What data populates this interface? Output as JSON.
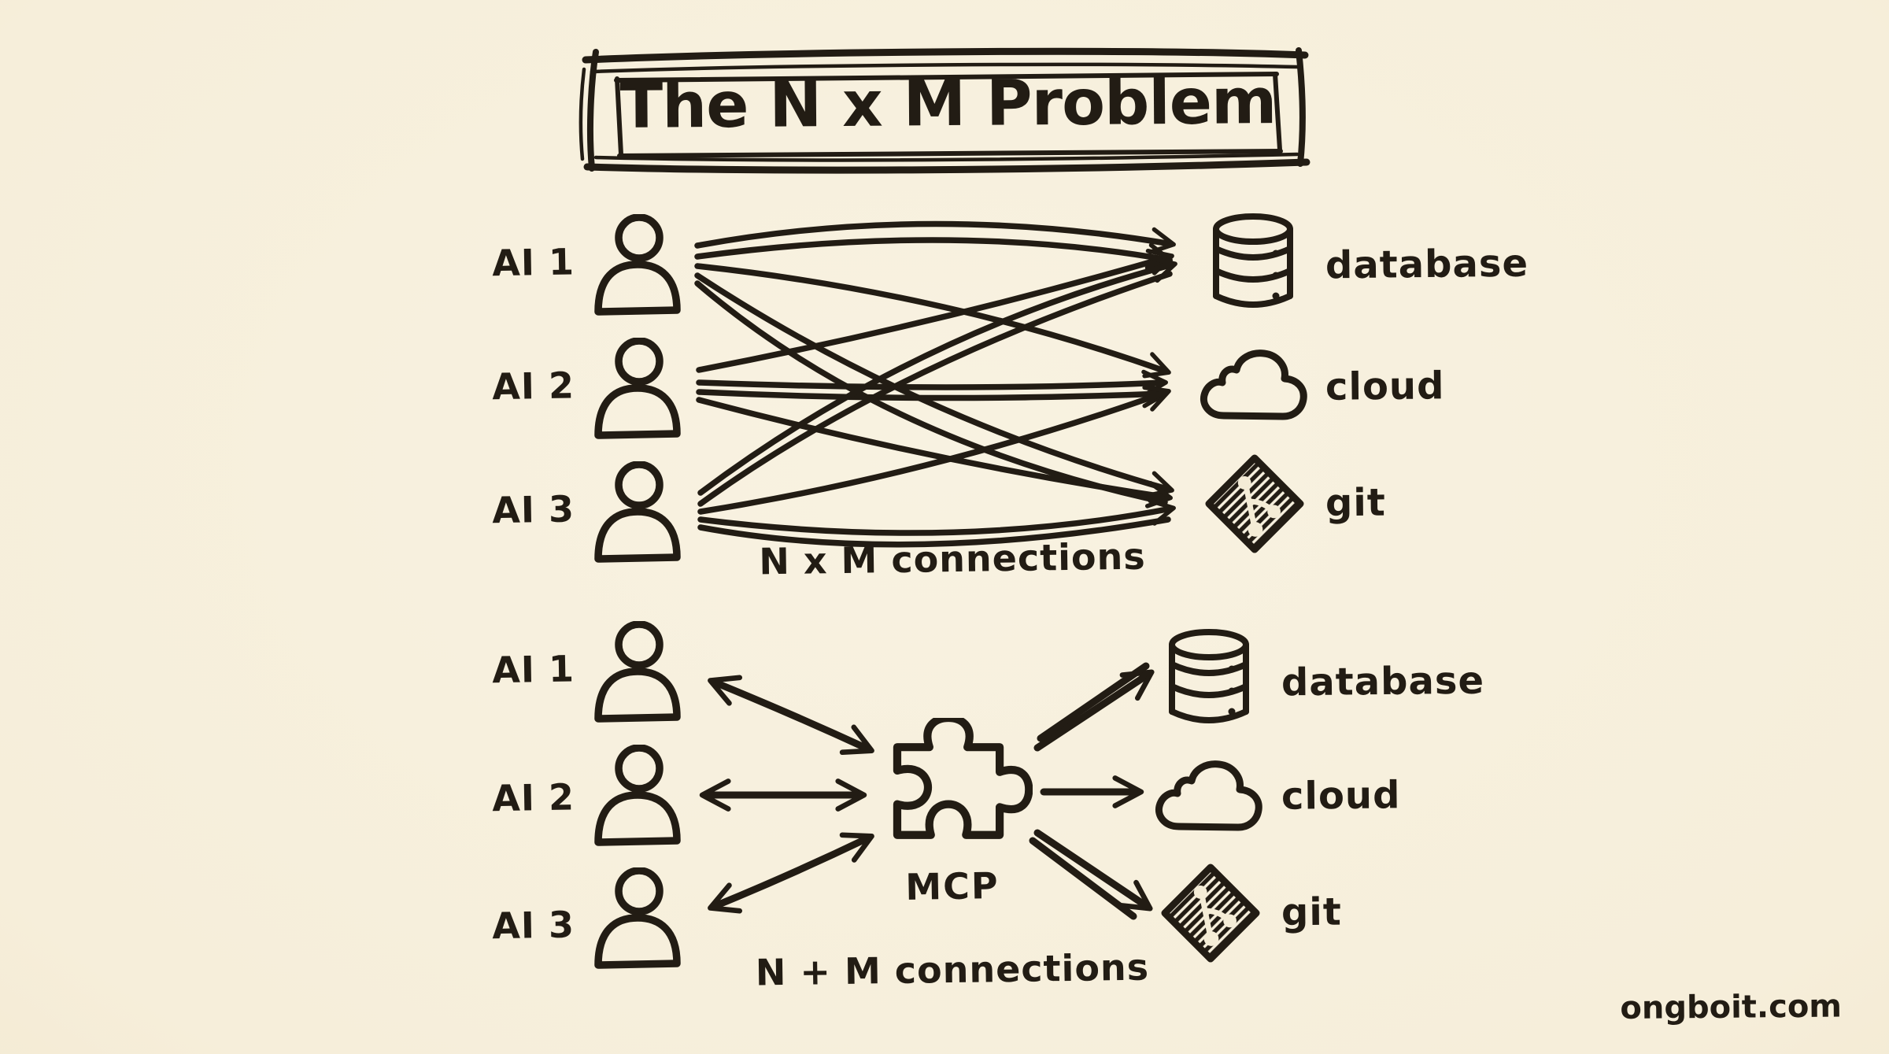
{
  "title": "The N x M Problem",
  "watermark": "ongboit.com",
  "colors": {
    "ink": "#221c14",
    "paper": "#f6eeda",
    "paper_edge": "#e9dab4"
  },
  "top": {
    "clients": [
      {
        "label": "AI 1",
        "icon": "person-icon"
      },
      {
        "label": "AI 2",
        "icon": "person-icon"
      },
      {
        "label": "AI 3",
        "icon": "person-icon"
      }
    ],
    "services": [
      {
        "label": "database",
        "icon": "database-icon"
      },
      {
        "label": "cloud",
        "icon": "cloud-icon"
      },
      {
        "label": "git",
        "icon": "git-icon"
      }
    ],
    "caption": "N x M connections"
  },
  "bottom": {
    "clients": [
      {
        "label": "AI 1",
        "icon": "person-icon"
      },
      {
        "label": "AI 2",
        "icon": "person-icon"
      },
      {
        "label": "AI 3",
        "icon": "person-icon"
      }
    ],
    "hub": {
      "label": "MCP",
      "icon": "puzzle-piece-icon"
    },
    "services": [
      {
        "label": "database",
        "icon": "database-icon"
      },
      {
        "label": "cloud",
        "icon": "cloud-icon"
      },
      {
        "label": "git",
        "icon": "git-icon"
      }
    ],
    "caption": "N + M connections"
  }
}
